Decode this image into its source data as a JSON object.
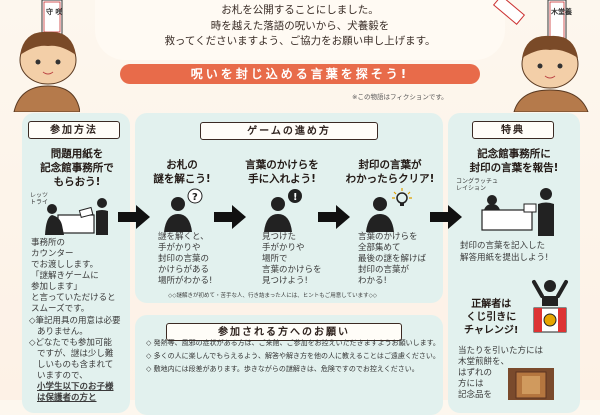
{
  "intro": {
    "line1": "お札を公開することにしました。",
    "line2": "時を越えた落語の呪いから、犬養毅を",
    "line3": "救ってくださいますよう、ご協力をお願い申し上げます。"
  },
  "banner": "呪いを封じ込める言葉を探そう!",
  "fiction_note": "※この物語はフィクションです。",
  "characters": {
    "left_tag": "守 咲",
    "right_tag": "木堂養"
  },
  "participation": {
    "title": "参加方法",
    "heading": [
      "問題用紙を",
      "記念館事務所で",
      "もらおう!"
    ],
    "try_label": [
      "レッツ",
      "トライ"
    ],
    "body": [
      "事務所の",
      "カウンター",
      "でお渡しします。",
      "「謎解きゲームに",
      "参加します」",
      "と言っていただけると",
      "スムーズです。"
    ],
    "note1": [
      "◇筆記用具の用意は必要",
      "ありません。"
    ],
    "note2": [
      "◇どなたでも参加可能",
      "ですが、謎は少し難",
      "しいものも含まれて",
      "いますので、"
    ],
    "note3": [
      "小学生以下のお子様",
      "は保護者の方と"
    ]
  },
  "game": {
    "title": "ゲームの進め方",
    "step1": {
      "heading": [
        "お札の",
        "謎を解こう!"
      ],
      "icon": "?",
      "body": [
        "謎を解くと、",
        "手がかりや",
        "封印の言葉の",
        "かけらがある",
        "場所がわかる!"
      ]
    },
    "step2": {
      "heading": [
        "言葉のかけらを",
        "手に入れよう!"
      ],
      "icon": "!",
      "body": [
        "見つけた",
        "手がかりや",
        "場所で",
        "言葉のかけらを",
        "見つけよう!"
      ]
    },
    "step3": {
      "heading": [
        "封印の言葉が",
        "わかったらクリア!"
      ],
      "body": [
        "言葉のかけらを",
        "全部集めて",
        "最後の謎を解けば",
        "封印の言葉が",
        "わかる!"
      ]
    },
    "hint": "◇◇謎解きが初めて・苦手な人、行き詰まった人には、ヒントもご用意しています◇◇"
  },
  "prize": {
    "title": "特典",
    "heading": [
      "記念館事務所に",
      "封印の言葉を報告!"
    ],
    "congrats": [
      "コングラッチュ",
      "レイション"
    ],
    "body": [
      "封印の言葉を記入した",
      "解答用紙を提出しよう!"
    ],
    "winner": [
      "正解者は",
      "くじ引きに",
      "チャレンジ!"
    ],
    "lottery_body": [
      "当たりを引いた方には",
      "木堂煎餅を、",
      "はずれの",
      "方には",
      "記念品を"
    ]
  },
  "notice": {
    "title": "参加される方へのお願い",
    "items": [
      "◇ 発熱等、風邪の症状がある方は、ご来館、ご参加をお控えいただきますようお願いします。",
      "◇ 多くの人に楽しんでもらえるよう、解答や解き方を他の人に教えることはご遠慮ください。",
      "◇ 敷地内には段差があります。歩きながらの謎解きは、危険ですのでお控えください。"
    ]
  }
}
